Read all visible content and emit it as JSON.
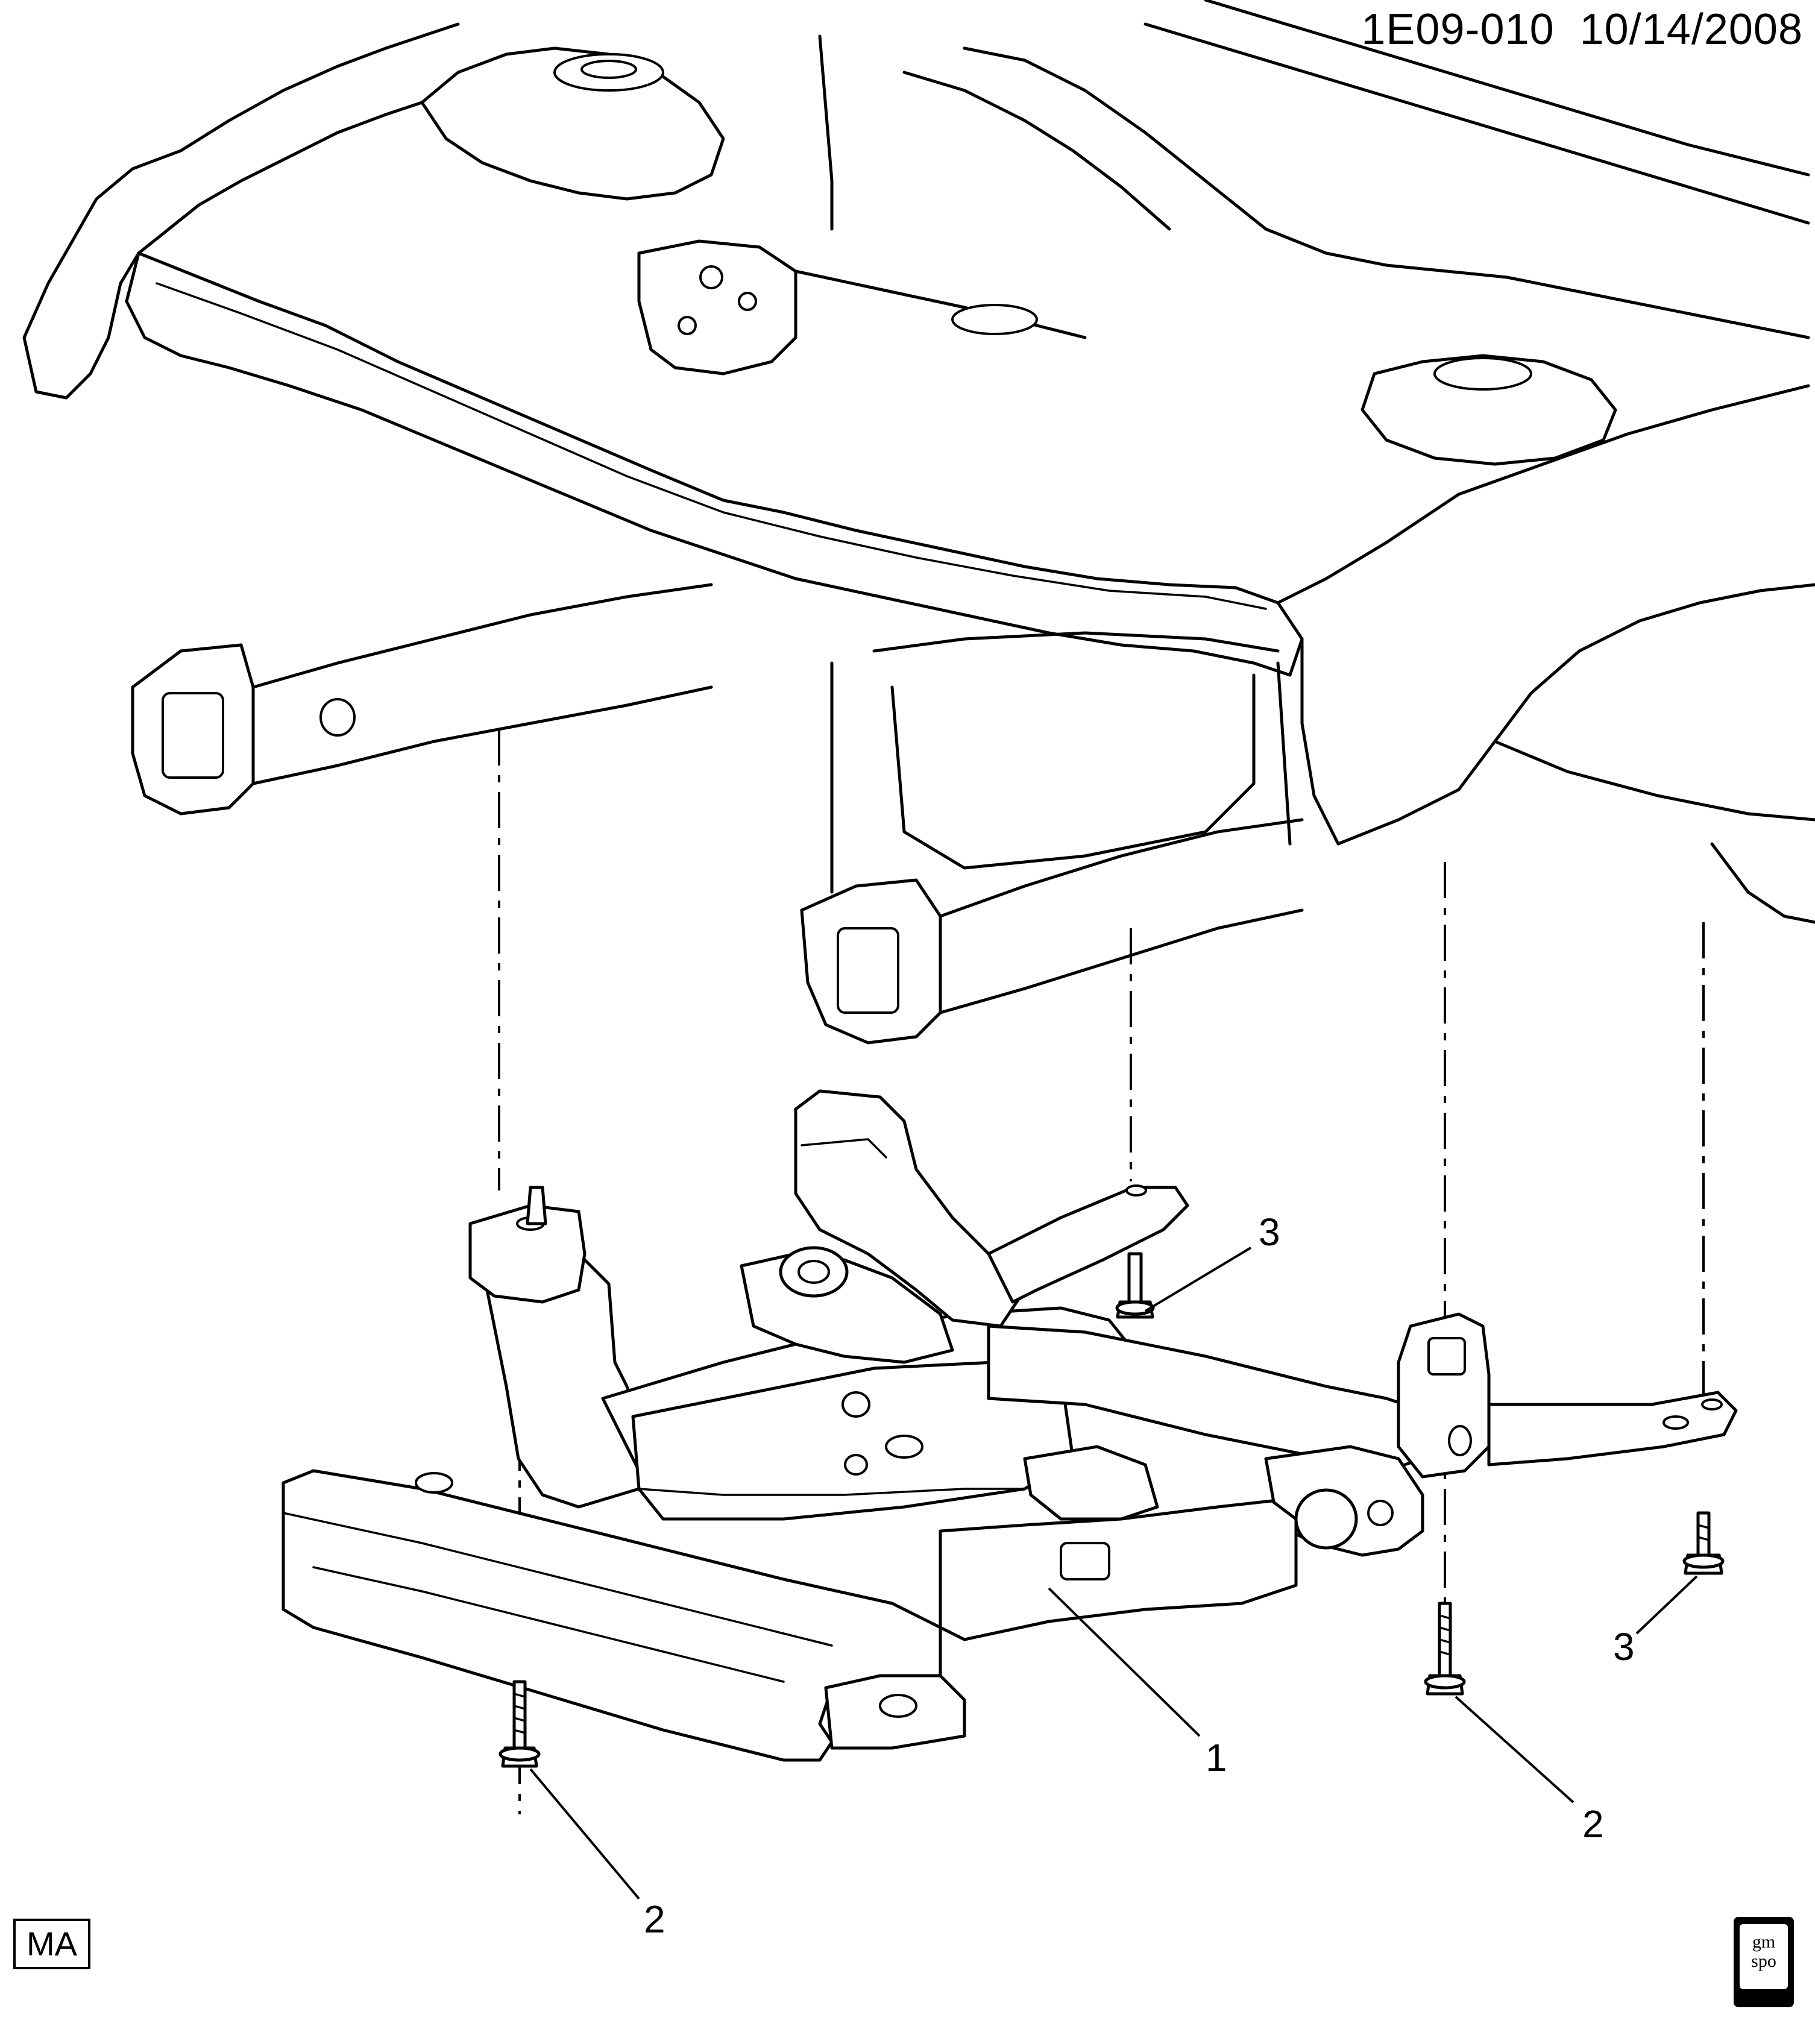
{
  "header": {
    "illustration_id": "1E09-010",
    "date": "10/14/2008"
  },
  "footer": {
    "code_box": "MA",
    "logo_text": [
      "gm",
      "spo"
    ]
  },
  "callouts": [
    {
      "label": "1",
      "part": "frame"
    },
    {
      "label": "2",
      "part": "bolt"
    },
    {
      "label": "2",
      "part": "bolt"
    },
    {
      "label": "3",
      "part": "bolt"
    },
    {
      "label": "3",
      "part": "bolt"
    }
  ]
}
